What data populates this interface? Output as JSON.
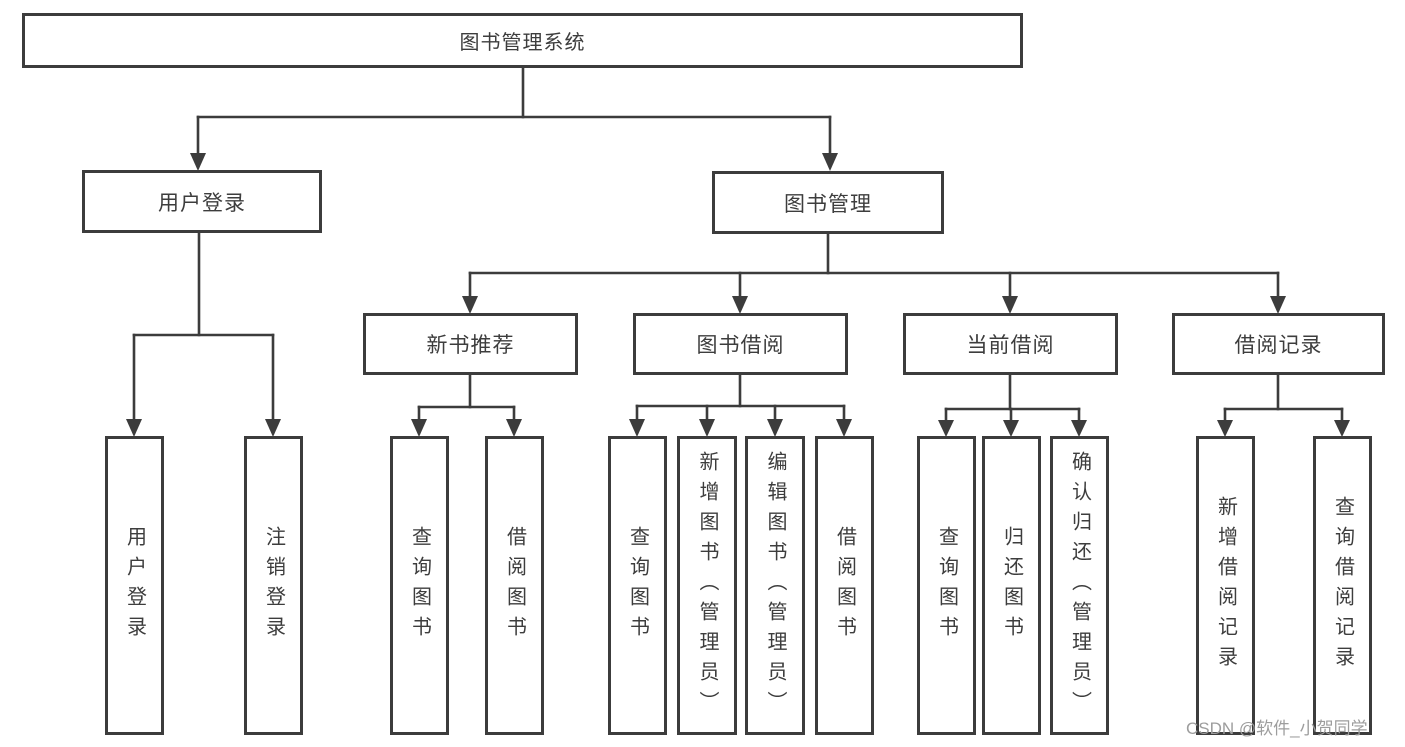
{
  "colors": {
    "line": "#3c3c3c",
    "text": "#3d3d3d",
    "watermark": "#9d9d9d",
    "bg": "#ffffff"
  },
  "tree": {
    "root": {
      "label": "图书管理系统"
    },
    "level1": [
      {
        "label": "用户登录",
        "leaves": [
          {
            "label": "用户登录"
          },
          {
            "label": "注销登录"
          }
        ]
      },
      {
        "label": "图书管理"
      }
    ],
    "level2": [
      {
        "label": "新书推荐",
        "leaves": [
          {
            "label": "查询图书"
          },
          {
            "label": "借阅图书"
          }
        ]
      },
      {
        "label": "图书借阅",
        "leaves": [
          {
            "label": "查询图书"
          },
          {
            "label": "新增图书（管理员）"
          },
          {
            "label": "编辑图书（管理员）"
          },
          {
            "label": "借阅图书"
          }
        ]
      },
      {
        "label": "当前借阅",
        "leaves": [
          {
            "label": "查询图书"
          },
          {
            "label": "归还图书"
          },
          {
            "label": "确认归还（管理员）"
          }
        ]
      },
      {
        "label": "借阅记录",
        "leaves": [
          {
            "label": "新增借阅记录"
          },
          {
            "label": "查询借阅记录"
          }
        ]
      }
    ]
  },
  "watermark": {
    "text": "CSDN @软件_小贺同学"
  }
}
